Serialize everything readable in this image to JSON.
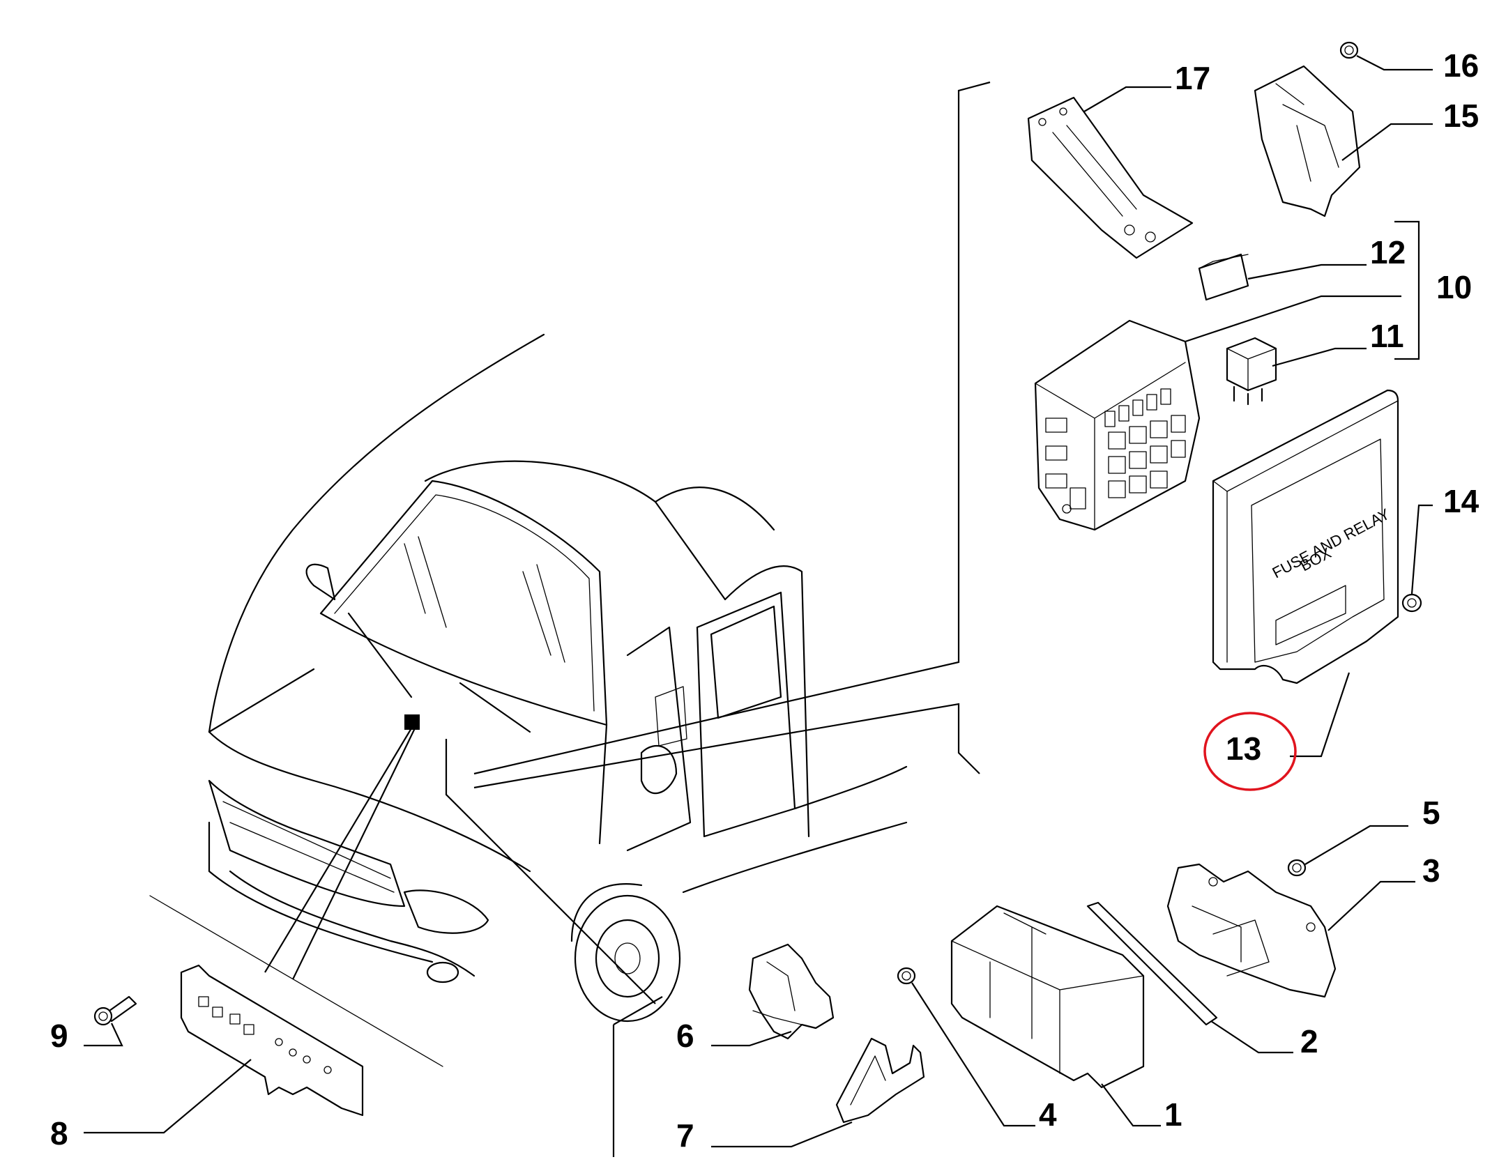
{
  "diagram": {
    "box_label": [
      "FUSE AND RELAY",
      "BOX"
    ],
    "highlight_color": "#e0141e",
    "highlighted_part": "13",
    "parts": [
      {
        "id": "p1",
        "number": "1"
      },
      {
        "id": "p2",
        "number": "2"
      },
      {
        "id": "p3",
        "number": "3"
      },
      {
        "id": "p4",
        "number": "4"
      },
      {
        "id": "p5",
        "number": "5"
      },
      {
        "id": "p6",
        "number": "6"
      },
      {
        "id": "p7",
        "number": "7"
      },
      {
        "id": "p8",
        "number": "8"
      },
      {
        "id": "p9",
        "number": "9"
      },
      {
        "id": "p10",
        "number": "10"
      },
      {
        "id": "p11",
        "number": "11"
      },
      {
        "id": "p12",
        "number": "12"
      },
      {
        "id": "p13",
        "number": "13"
      },
      {
        "id": "p14",
        "number": "14"
      },
      {
        "id": "p15",
        "number": "15"
      },
      {
        "id": "p16",
        "number": "16"
      },
      {
        "id": "p17",
        "number": "17"
      }
    ]
  }
}
